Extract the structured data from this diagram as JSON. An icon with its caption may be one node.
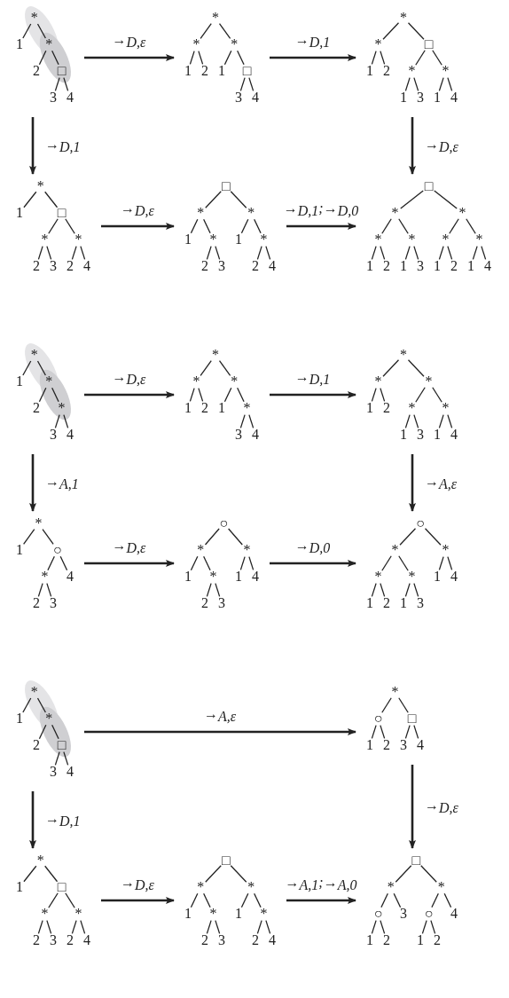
{
  "diagram": {
    "nodes": [
      {
        "text": [
          "*",
          "1",
          "*",
          "2",
          "□",
          "3",
          "4"
        ]
      },
      {
        "text": [
          "*",
          "*",
          "1",
          "2",
          "*",
          "1",
          "□",
          "3",
          "4"
        ]
      },
      {
        "text": [
          "*",
          "*",
          "1",
          "2",
          "□",
          "*",
          "1",
          "3",
          "*",
          "1",
          "4"
        ]
      },
      {
        "text": [
          "*",
          "1",
          "□",
          "*",
          "2",
          "3",
          "*",
          "2",
          "4"
        ]
      },
      {
        "text": [
          "□",
          "*",
          "1",
          "*",
          "2",
          "3",
          "*",
          "1",
          "*",
          "2",
          "4"
        ]
      },
      {
        "text": [
          "□",
          "*",
          "*",
          "1",
          "2",
          "*",
          "1",
          "3",
          "*",
          "*",
          "1",
          "2",
          "*",
          "1",
          "4"
        ]
      },
      {
        "text": [
          "*",
          "1",
          "*",
          "2",
          "*",
          "3",
          "4"
        ]
      },
      {
        "text": [
          "*",
          "*",
          "1",
          "2",
          "*",
          "1",
          "*",
          "3",
          "4"
        ]
      },
      {
        "text": [
          "*",
          "*",
          "1",
          "2",
          "*",
          "*",
          "1",
          "3",
          "*",
          "1",
          "4"
        ]
      },
      {
        "text": [
          "*",
          "1",
          "○",
          "*",
          "2",
          "3",
          "4"
        ]
      },
      {
        "text": [
          "○",
          "*",
          "1",
          "*",
          "2",
          "3",
          "*",
          "1",
          "4"
        ]
      },
      {
        "text": [
          "○",
          "*",
          "*",
          "1",
          "2",
          "*",
          "1",
          "3",
          "*",
          "1",
          "4"
        ]
      },
      {
        "text": [
          "*",
          "1",
          "*",
          "2",
          "□",
          "3",
          "4"
        ]
      },
      {
        "text": [
          "*",
          "○",
          "1",
          "2",
          "□",
          "3",
          "4"
        ]
      },
      {
        "text": [
          "*",
          "1",
          "□",
          "*",
          "2",
          "3",
          "*",
          "2",
          "4"
        ]
      },
      {
        "text": [
          "□",
          "*",
          "1",
          "*",
          "2",
          "3",
          "*",
          "1",
          "*",
          "2",
          "4"
        ]
      },
      {
        "text": [
          "□",
          "*",
          "○",
          "1",
          "2",
          "3",
          "*",
          "○",
          "1",
          "2",
          "4"
        ]
      }
    ],
    "edges": [
      {
        "from": 0,
        "to": 1,
        "arrow": "to",
        "label": "→$_{D,ε}$"
      },
      {
        "from": 1,
        "to": 2,
        "arrow": "to",
        "label": "→$_{D,1}$"
      },
      {
        "from": 0,
        "to": 3,
        "arrow": "to",
        "label": "→$_{D,1}$"
      },
      {
        "from": 2,
        "to": 5,
        "arrow": "to",
        "label": "→$_{D,ε}$"
      },
      {
        "from": 3,
        "to": 4,
        "arrow": "to",
        "label": "→$_{D,ε}$"
      },
      {
        "from": 4,
        "to": 5,
        "arrow": "to",
        "label": "→$_{D,1}$;→$_{D,0}$"
      },
      {
        "from": 6,
        "to": 7,
        "arrow": "to",
        "label": "→$_{D,ε}$"
      },
      {
        "from": 7,
        "to": 8,
        "arrow": "to",
        "label": "→$_{D,1}$"
      },
      {
        "from": 6,
        "to": 9,
        "arrow": "to",
        "label": "→$_{A,1}$"
      },
      {
        "from": 8,
        "to": 11,
        "arrow": "to",
        "label": "→$_{A,ε}$"
      },
      {
        "from": 9,
        "to": 10,
        "arrow": "to",
        "label": "→$_{D,ε}$"
      },
      {
        "from": 10,
        "to": 11,
        "arrow": "to",
        "label": "→$_{D,0}$"
      },
      {
        "from": 12,
        "to": 13,
        "arrow": "to",
        "label": "→$_{A,ε}$"
      },
      {
        "from": 12,
        "to": 14,
        "arrow": "to",
        "label": "→$_{D,1}$"
      },
      {
        "from": 13,
        "to": 16,
        "arrow": "to",
        "label": "→$_{D,ε}$"
      },
      {
        "from": 14,
        "to": 15,
        "arrow": "to",
        "label": "→$_{D,ε}$"
      },
      {
        "from": 15,
        "to": 16,
        "arrow": "to",
        "label": "→$_{A,1}$;→$_{A,0}$"
      }
    ]
  }
}
